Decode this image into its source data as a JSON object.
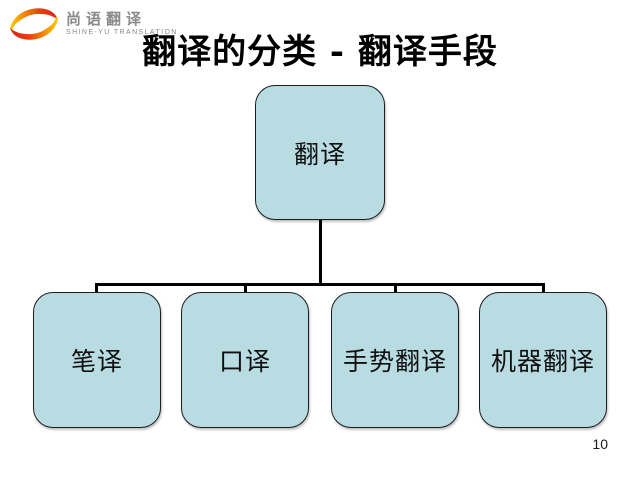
{
  "title": "翻译的分类 - 翻译手段",
  "page_number": "10",
  "logo": {
    "brand_cn": "尚语翻译",
    "brand_en": "SHINE-YU TRANSLATION",
    "icon": "swirl-icon"
  },
  "diagram": {
    "type": "tree",
    "root": {
      "label": "翻译"
    },
    "children": [
      {
        "label": "笔译"
      },
      {
        "label": "口译"
      },
      {
        "label": "手势翻译"
      },
      {
        "label": "机器翻译"
      }
    ]
  },
  "colors": {
    "box-fill": "#b9dce3",
    "box-border": "#1d1d1d",
    "connector": "#000000",
    "title-color": "#000000",
    "logo-orange": "#e8420a",
    "logo-red": "#d7231d",
    "logo-yellow": "#ffcc00",
    "brand-gray": "#8a8a8a"
  }
}
